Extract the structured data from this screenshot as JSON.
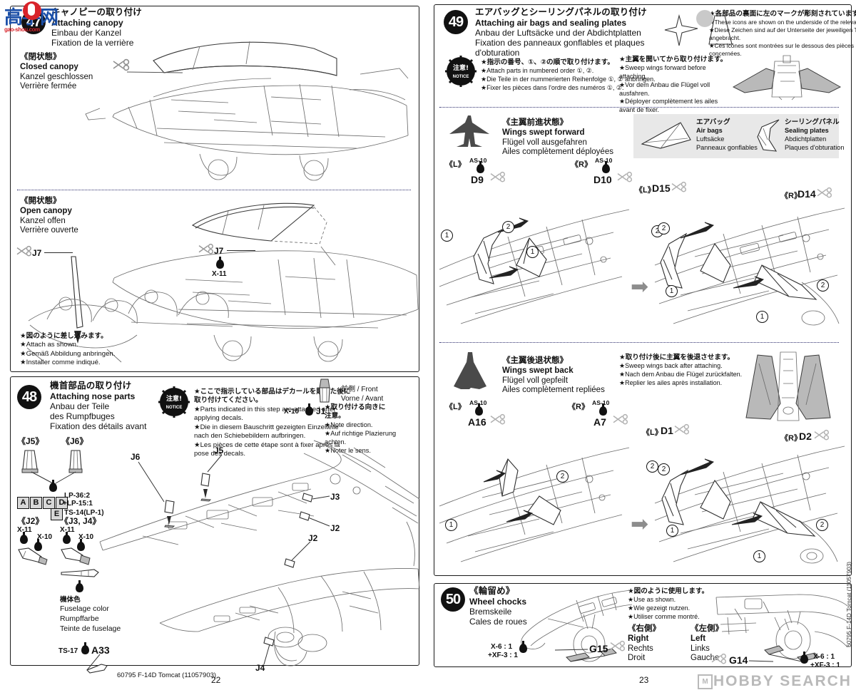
{
  "document": {
    "kit_line": "60795 F-14D Tomcat (11057903)",
    "kit_vertical": "60795 F-14D Tomcat (11057903)",
    "page_left_number": "22",
    "page_right_number": "23",
    "watermark": "HOBBY SEARCH",
    "logo": {
      "cn": "高手网",
      "sub": "gao-shou.com"
    }
  },
  "left_page": {
    "step47": {
      "number": "47",
      "title": {
        "jp": "キャノピーの取り付け",
        "en": "Attaching canopy",
        "de": "Einbau der Kanzel",
        "fr": "Fixation de la verrière"
      },
      "closed": {
        "jp": "《閉状態》",
        "en": "Closed canopy",
        "de": "Kanzel geschlossen",
        "fr": "Verrière fermée"
      },
      "open": {
        "jp": "《開状態》",
        "en": "Open canopy",
        "de": "Kanzel offen",
        "fr": "Verrière ouverte"
      },
      "parts": {
        "j7_left": "J7",
        "j7_right": "J7",
        "j7_paint": "X-11"
      },
      "note": {
        "jp": "★図のように差し込みます。",
        "en": "★Attach as shown.",
        "de": "★Gemäß Abbildung anbringen.",
        "fr": "★Installer comme indiqué."
      }
    },
    "step48": {
      "number": "48",
      "title": {
        "jp": "機首部品の取り付け",
        "en": "Attaching nose parts",
        "de": "Anbau der Teile",
        "de2": "des Rumpfbuges",
        "fr": "Fixation des détails avant"
      },
      "notice": {
        "stamp_jp": "注意!",
        "stamp_en": "NOTICE",
        "jp1": "★ここで指示している部品はデカールを貼った後に",
        "jp2": "取り付けてください。",
        "en1": "★Parts indicated in this step are attached after",
        "en2": "applying decals.",
        "de1": "★Die in diesem Bauschritt gezeigten Einzelteile",
        "de2": "nach den Schiebebildern aufbringen.",
        "fr1": "★Les pièces de cette étape sont à fixer après la",
        "fr2": "pose des decals."
      },
      "j5_label": "《J5》",
      "j6_label": "《J6》",
      "abcd": [
        "A",
        "B",
        "C",
        "D"
      ],
      "abcd_paint1": "LP-36:2",
      "abcd_paint2": "+LP-15:1",
      "e_letter": "E",
      "e_paint": "TS-14(LP-1)",
      "j2_label": "《J2》",
      "j34_label": "《J3, J4》",
      "j2_paint_a": "X-11",
      "j2_paint_b": "X-10",
      "j34_paint_a": "X-11",
      "j34_paint_b": "X-10",
      "fuselage_color": {
        "jp": "機体色",
        "en": "Fuselage color",
        "de": "Rumpffarbe",
        "fr": "Teinte de fuselage"
      },
      "front_label": {
        "jp": "前側 / Front",
        "de": "Vorne / Avant"
      },
      "x10_j1": "X-10",
      "j1_label": "J1",
      "direction_note": {
        "jp1": "★取り付ける向きに",
        "jp2": "注意。",
        "en": "★Note direction.",
        "de1": "★Auf richtige Plazierung",
        "de2": "achten.",
        "fr": "★Noter le sens."
      },
      "diagram_labels": {
        "j6": "J6",
        "j5": "J5",
        "j3": "J3",
        "j2_top": "J2",
        "j2_bottom": "J2",
        "j4": "J4",
        "a33": "A33",
        "ts17": "TS-17"
      }
    }
  },
  "right_page": {
    "step49": {
      "number": "49",
      "title": {
        "jp": "エアバッグとシーリングパネルの取り付け",
        "en": "Attaching air bags and sealing plates",
        "de": "Anbau der Luftsäcke und der Abdichtplatten",
        "fr": "Fixation des panneaux gonflables et plaques",
        "fr2": "d'obturation"
      },
      "icon_note": {
        "jp": "★各部品の裏面に左のマークが彫刻されています。",
        "en": "★These icons are shown on the underside of the relevant parts.",
        "de1": "★Diese Zeichen sind auf der Unterseite der jeweiligen Teile",
        "de2": "angebracht.",
        "fr1": "★Ces icônes sont montrées sur le dessous des pièces",
        "fr2": "concernées."
      },
      "notice": {
        "stamp_jp": "注意!",
        "stamp_en": "NOTICE",
        "jp": "★指示の番号、①、②の順で取り付けます。",
        "en": "★Attach parts in numbered order ①, ②.",
        "de": "★Die Teile in der nummerierten Reihenfolge ①, ② anbringen.",
        "fr": "★Fixer les pièces dans l'ordre des numéros ①, ②."
      },
      "forward_note": {
        "jp": "★主翼を開いてから取り付けます。",
        "en1": "★Sweep wings forward before",
        "en2": "attaching.",
        "de1": "★Vor dem Anbau die Flügel voll",
        "de2": "ausfahren.",
        "fr1": "★Déployer complètement les ailes",
        "fr2": "avant de fixer."
      },
      "forward": {
        "jp": "《主翼前進状態》",
        "en": "Wings swept forward",
        "de": "Flügel voll ausgefahren",
        "fr": "Ailes complètement déployées"
      },
      "legend": {
        "airbag": {
          "jp": "エアバッグ",
          "en": "Air bags",
          "de": "Luftsäcke",
          "fr": "Panneaux gonflables"
        },
        "sealing": {
          "jp": "シーリングパネル",
          "en": "Sealing plates",
          "de": "Abdichtplatten",
          "fr": "Plaques d'obturation"
        }
      },
      "fwd_parts": {
        "l_as10": "AS-10",
        "l_part": "D9",
        "l_tag": "《L》",
        "r_as10": "AS-10",
        "r_part": "D10",
        "r_tag": "《R》",
        "l2_tag": "《L》",
        "l2_part": "D15",
        "r2_tag": "《R》",
        "r2_part": "D14"
      },
      "back_note": {
        "jp": "★取り付け後に主翼を後退させます。",
        "en": "★Sweep wings back after attaching.",
        "de": "★Nach dem Anbau die Flügel zurückfalten.",
        "fr": "★Replier les ailes après installation."
      },
      "back": {
        "jp": "《主翼後退状態》",
        "en": "Wings swept back",
        "de": "Flügel voll gepfeilt",
        "fr": "Ailes complètement repliées"
      },
      "back_parts": {
        "l_as10": "AS-10",
        "l_part": "A16",
        "l_tag": "《L》",
        "r_as10": "AS-10",
        "r_part": "A7",
        "r_tag": "《R》",
        "l2_tag": "《L》",
        "l2_part": "D1",
        "r2_tag": "《R》",
        "r2_part": "D2"
      },
      "step_numbers": {
        "one": "1",
        "two": "2"
      }
    },
    "step50": {
      "number": "50",
      "title": {
        "jp": "《輪留め》",
        "en": "Wheel chocks",
        "de": "Bremskeile",
        "fr": "Cales de roues"
      },
      "note": {
        "jp": "★図のように使用します。",
        "en": "★Use as shown.",
        "de": "★Wie gezeigt nutzen.",
        "fr": "★Utiliser comme montré."
      },
      "right_side": {
        "jp": "《右側》",
        "en": "Right",
        "de": "Rechts",
        "fr": "Droit"
      },
      "left_side": {
        "jp": "《左側》",
        "en": "Left",
        "de": "Links",
        "fr": "Gauche"
      },
      "paint_right_1": "X-6 : 1",
      "paint_right_2": "+XF-3 : 1",
      "part_right": "G15",
      "paint_left_1": "X-6 : 1",
      "paint_left_2": "+XF-3 : 1",
      "part_left": "G14"
    }
  }
}
